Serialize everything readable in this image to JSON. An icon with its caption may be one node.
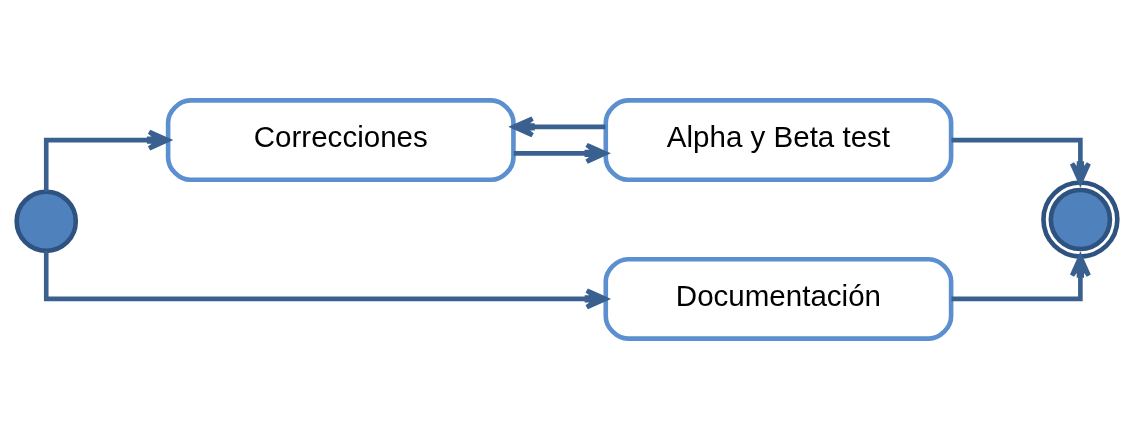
{
  "diagram": {
    "nodes": [
      {
        "text": [],
        "shape": "circle"
      },
      {
        "text": [
          "Correcciones"
        ]
      },
      {
        "text": [
          "Alpha y Beta test"
        ]
      },
      {
        "text": [
          "Documentación"
        ]
      },
      {
        "text": [],
        "shape": "circle"
      }
    ],
    "edges": [
      {
        "from": 0,
        "to": 1,
        "arrow": "to"
      },
      {
        "from": 0,
        "to": 3,
        "arrow": "to"
      },
      {
        "from": 1,
        "to": 2,
        "arrow": "to"
      },
      {
        "from": 2,
        "to": 1,
        "arrow": "to"
      },
      {
        "from": 2,
        "to": 4,
        "arrow": "to"
      },
      {
        "from": 3,
        "to": 4,
        "arrow": "to"
      }
    ]
  }
}
